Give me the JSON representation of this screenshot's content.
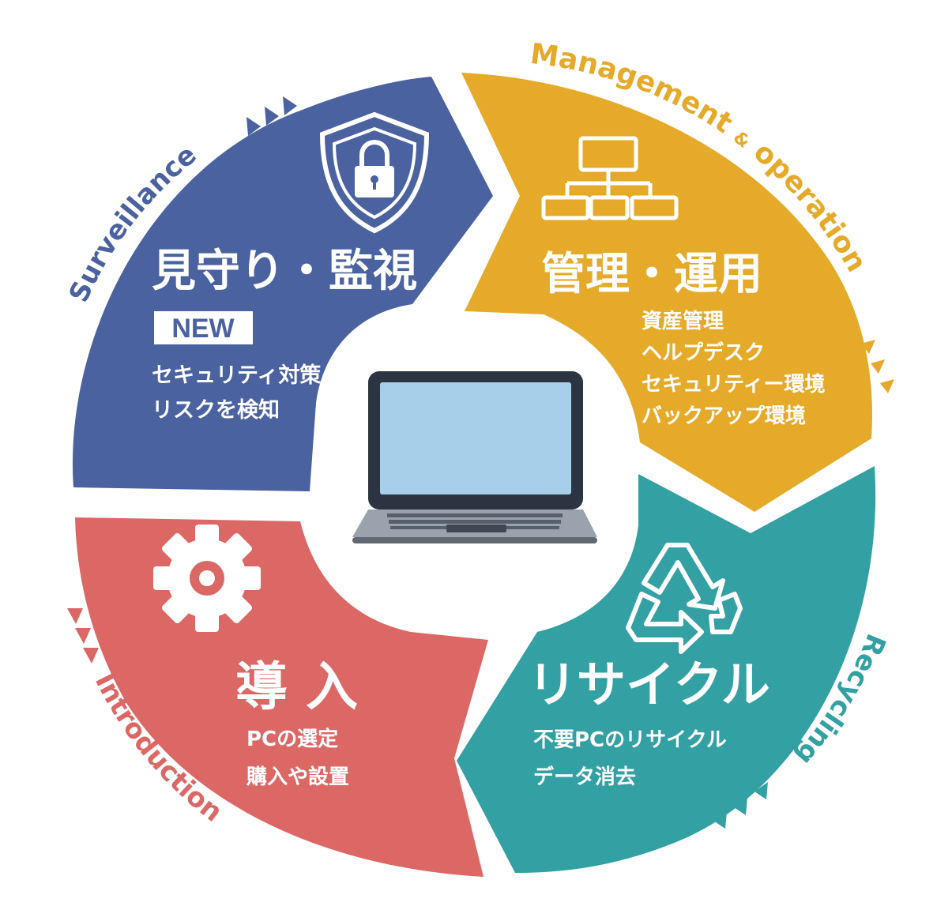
{
  "center": {
    "icon": "laptop-icon"
  },
  "segments": {
    "surveillance": {
      "title": "見守り・監視",
      "badge": "NEW",
      "lines": [
        "セキュリティ対策",
        "リスクを検知"
      ],
      "arc_label": "Surveillance",
      "icon": "shield-lock-icon",
      "color": "#4a62a0"
    },
    "management": {
      "title": "管理・運用",
      "lines": [
        "資産管理",
        "ヘルプデスク",
        "セキュリティー環境",
        "バックアップ環境"
      ],
      "arc_label": "Management",
      "arc_amp": "&",
      "arc_label2": "operation",
      "icon": "hierarchy-icon",
      "color": "#e5aa2a"
    },
    "recycling": {
      "title": "リサイクル",
      "lines": [
        "不要PCのリサイクル",
        "データ消去"
      ],
      "arc_label": "Recycling",
      "icon": "recycle-icon",
      "color": "#33a0a4"
    },
    "introduction": {
      "title": "導 入",
      "lines": [
        "PCの選定",
        "購入や設置"
      ],
      "arc_label": "Introduction",
      "icon": "gear-icon",
      "color": "#dc6866"
    }
  }
}
